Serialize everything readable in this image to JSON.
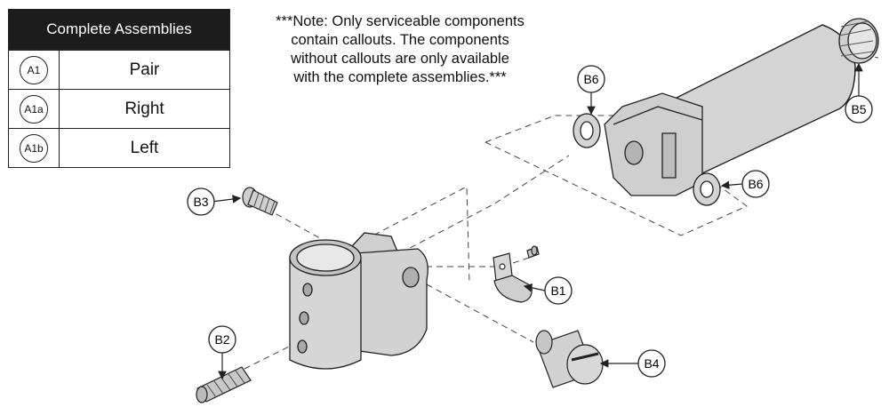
{
  "assemblies": {
    "title": "Complete Assemblies",
    "rows": [
      {
        "id": "A1",
        "name": "Pair"
      },
      {
        "id": "A1a",
        "name": "Right"
      },
      {
        "id": "A1b",
        "name": "Left"
      }
    ]
  },
  "note": "***Note: Only serviceable components\ncontain callouts. The components\nwithout callouts are only available\nwith the complete assemblies.***",
  "callouts": {
    "b1": "B1",
    "b2": "B2",
    "b3": "B3",
    "b4": "B4",
    "b5": "B5",
    "b6_top": "B6",
    "b6_right": "B6"
  },
  "colors": {
    "part_fill": "#d4d4d4",
    "part_shade": "#b4b4b4",
    "line": "#222222"
  }
}
